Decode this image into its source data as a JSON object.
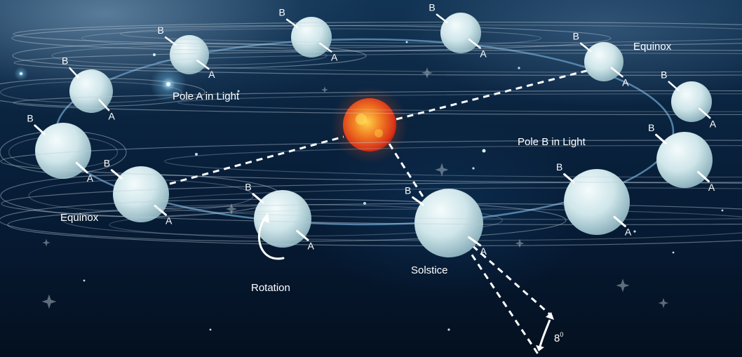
{
  "labels": {
    "pole_a_in_light": "Pole A in Light",
    "pole_b_in_light": "Pole B in Light",
    "equinox": "Equinox",
    "solstice": "Solstice",
    "rotation": "Rotation",
    "tilt_angle": "8",
    "tilt_angle_sup": "0"
  },
  "pole_labels": {
    "b": "B",
    "a": "A"
  },
  "planets": [
    {
      "id": "planet-1"
    },
    {
      "id": "planet-2"
    },
    {
      "id": "planet-3"
    },
    {
      "id": "planet-4"
    },
    {
      "id": "planet-5"
    },
    {
      "id": "planet-6"
    },
    {
      "id": "planet-7"
    },
    {
      "id": "planet-8"
    },
    {
      "id": "planet-9"
    },
    {
      "id": "planet-10"
    },
    {
      "id": "planet-11"
    },
    {
      "id": "planet-12"
    },
    {
      "id": "planet-13"
    },
    {
      "id": "planet-14"
    }
  ],
  "colors": {
    "planet": "#cfe6ea",
    "orbit": "#5f92b8",
    "sun": "#e0471c",
    "line": "#ffffff"
  }
}
